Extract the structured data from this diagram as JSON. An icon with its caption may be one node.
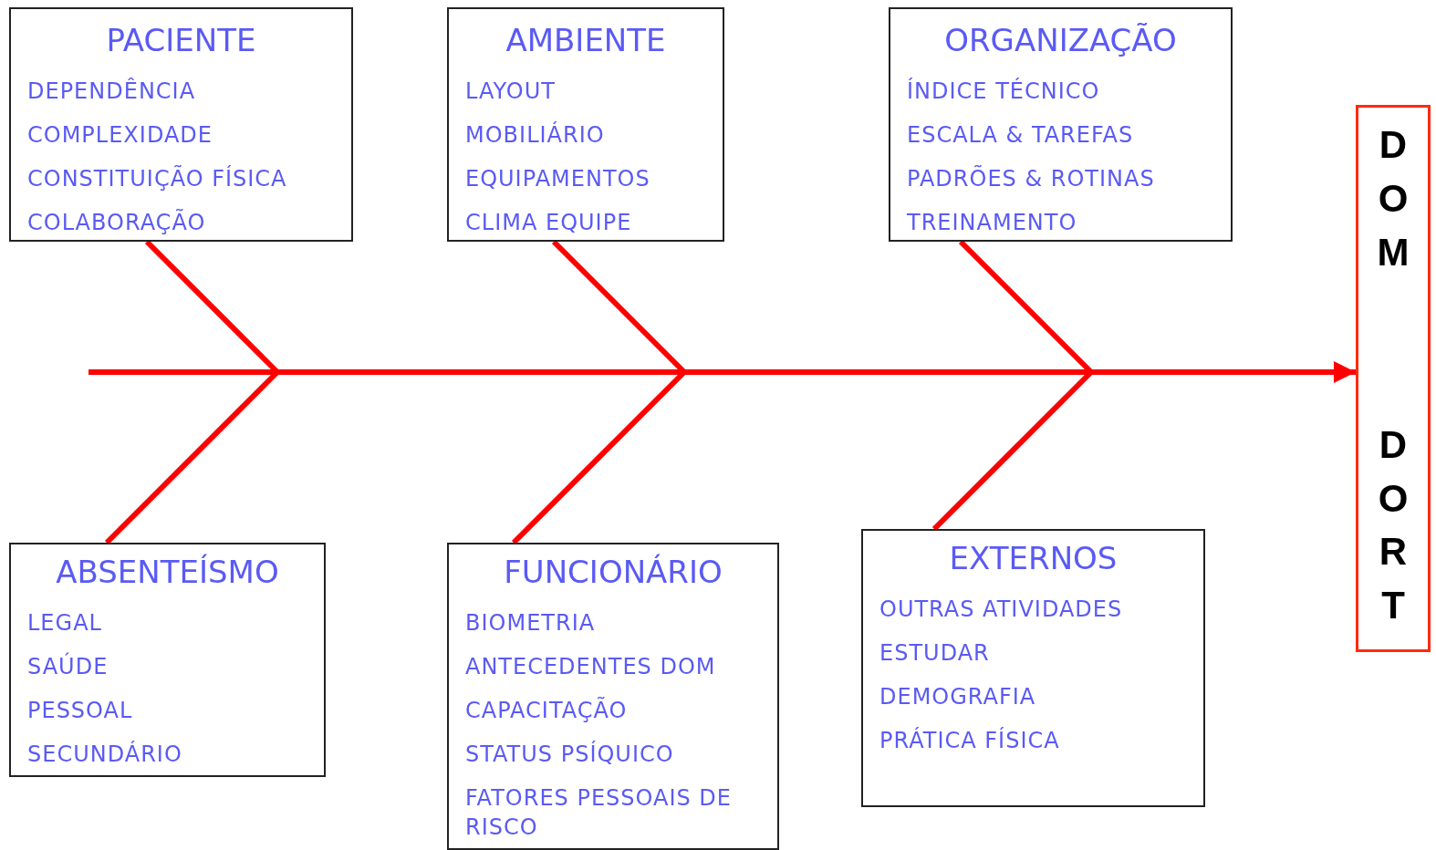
{
  "diagram": {
    "nodes": [
      {
        "text": [
          "PACIENTE",
          "DEPENDÊNCIA",
          "COMPLEXIDADE",
          "CONSTITUIÇÃO FÍSICA",
          "COLABORAÇÃO"
        ]
      },
      {
        "text": [
          "AMBIENTE",
          "LAYOUT",
          "MOBILIÁRIO",
          "EQUIPAMENTOS",
          "CLIMA EQUIPE"
        ]
      },
      {
        "text": [
          "ORGANIZAÇÃO",
          "ÍNDICE TÉCNICO",
          "ESCALA & TAREFAS",
          "PADRÕES & ROTINAS",
          "TREINAMENTO"
        ]
      },
      {
        "text": [
          "ABSENTEÍSMO",
          "LEGAL",
          "SAÚDE",
          "PESSOAL",
          "SECUNDÁRIO"
        ]
      },
      {
        "text": [
          "FUNCIONÁRIO",
          "BIOMETRIA",
          "ANTECEDENTES DOM",
          "CAPACITAÇÃO",
          "STATUS PSÍQUICO",
          "FATORES PESSOAIS DE RISCO"
        ]
      },
      {
        "text": [
          "EXTERNOS",
          "OUTRAS ATIVIDADES",
          "ESTUDAR",
          "DEMOGRAFIA",
          "PRÁTICA FÍSICA"
        ]
      },
      {
        "text": [
          "DOM",
          "DORT"
        ]
      }
    ],
    "edges": [
      {
        "from": null,
        "to": 6,
        "arrow": "to"
      },
      {
        "from": 0,
        "to": null,
        "arrow": "none"
      },
      {
        "from": 1,
        "to": null,
        "arrow": "none"
      },
      {
        "from": 2,
        "to": null,
        "arrow": "none"
      },
      {
        "from": 3,
        "to": null,
        "arrow": "none"
      },
      {
        "from": 4,
        "to": null,
        "arrow": "none"
      },
      {
        "from": 5,
        "to": null,
        "arrow": "none"
      }
    ]
  }
}
